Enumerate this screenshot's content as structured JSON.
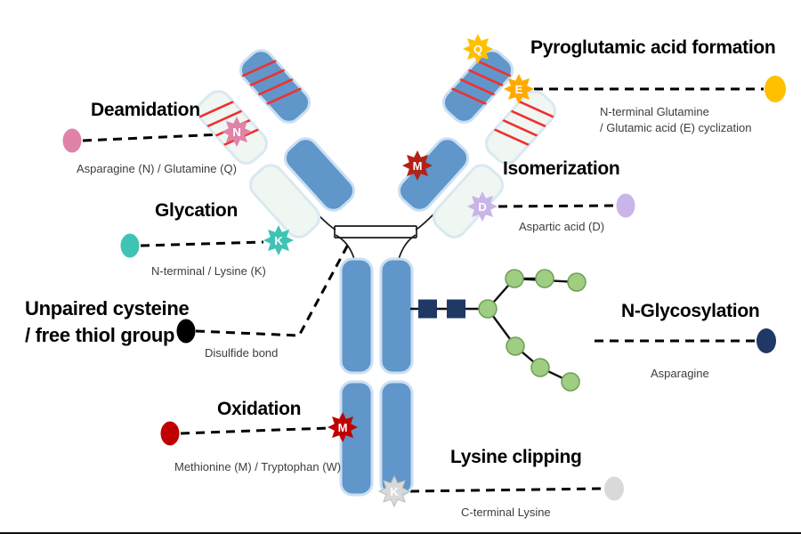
{
  "diagram": {
    "deamidation": {
      "title": "Deamidation",
      "subtitle": "Asparagine (N) / Glutamine (Q)"
    },
    "glycation": {
      "title": "Glycation",
      "subtitle": "N-terminal / Lysine (K)"
    },
    "unpaired_cysteine": {
      "title_line1": "Unpaired cysteine",
      "title_line2": "/ free thiol group",
      "subtitle": "Disulfide bond"
    },
    "oxidation": {
      "title": "Oxidation",
      "subtitle": "Methionine (M) / Tryptophan (W)"
    },
    "pyroglutamic": {
      "title": "Pyroglutamic acid formation",
      "subtitle_line1": "N-terminal Glutamine",
      "subtitle_line2": "/ Glutamic acid (E) cyclization"
    },
    "isomerization": {
      "title": "Isomerization",
      "subtitle": "Aspartic acid (D)"
    },
    "n_glycosylation": {
      "title": "N-Glycosylation",
      "subtitle": "Asparagine"
    },
    "lysine_clipping": {
      "title": "Lysine clipping",
      "subtitle": "C-terminal Lysine"
    }
  },
  "markers": {
    "glutamine_q": "Q",
    "glutamate_e": "E",
    "asparagine_n": "N",
    "methionine_arm": "M",
    "aspartate_d": "D",
    "lysine_arm": "K",
    "methionine_stem": "M",
    "lysine_cterm": "K"
  },
  "colors": {
    "pink": "#e083a8",
    "teal": "#3fc3b4",
    "black": "#000000",
    "red": "#c00000",
    "dark_red": "#b22218",
    "yellow": "#ffc000",
    "orange": "#ffaa00",
    "purple": "#c9b5e8",
    "navy": "#1f3864",
    "gray": "#d9d9d9",
    "antibody_blue": "#6096c9",
    "glycan_green": "#9fce83",
    "stripe_red": "#f03030"
  }
}
